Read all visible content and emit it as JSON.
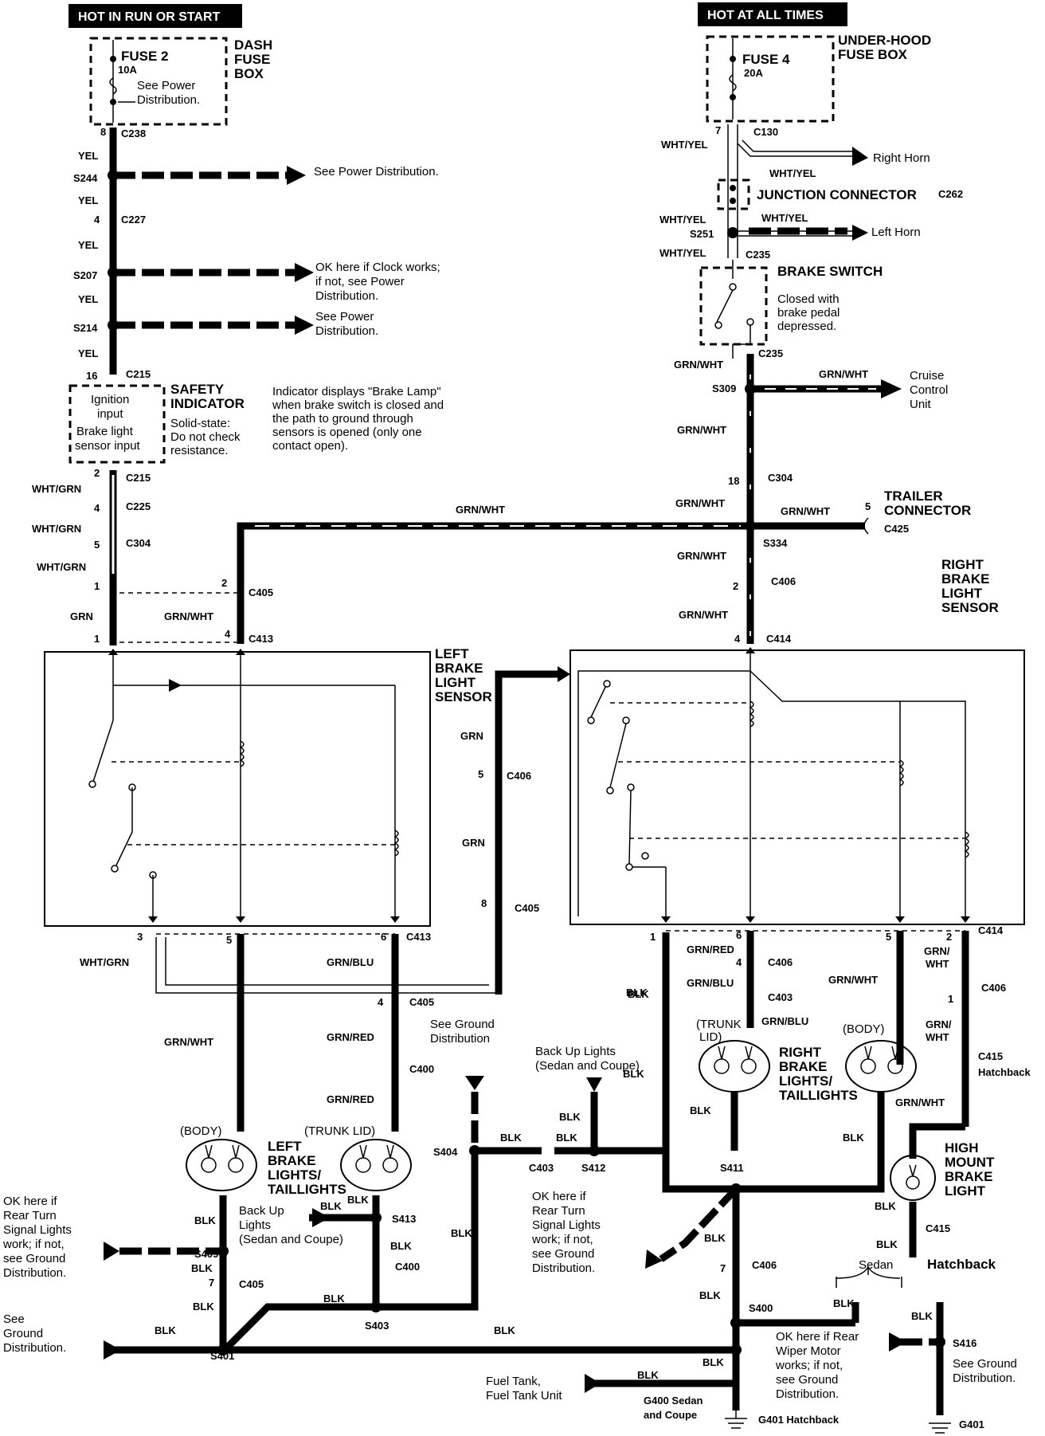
{
  "headers": {
    "left": "HOT IN RUN OR START",
    "right": "HOT AT ALL TIMES"
  },
  "fuse2": {
    "name": "FUSE 2",
    "rating": "10A",
    "note_1": "See Power",
    "note_2": "Distribution.",
    "box_1": "DASH",
    "box_2": "FUSE",
    "box_3": "BOX"
  },
  "fuse4": {
    "name": "FUSE 4",
    "rating": "20A",
    "box_1": "UNDER-HOOD",
    "box_2": "FUSE BOX"
  },
  "wire_colors": {
    "yel": "YEL",
    "wht_yel": "WHT/YEL",
    "wht_grn": "WHT/GRN",
    "grn": "GRN",
    "grn_wht": "GRN/WHT",
    "grn_blu": "GRN/BLU",
    "grn_red": "GRN/RED",
    "blk": "BLK",
    "grn_wht_split_1": "GRN/",
    "grn_wht_split_2": "WHT"
  },
  "connectors": {
    "c238": "C238",
    "c227": "C227",
    "c215": "C215",
    "c225": "C225",
    "c304": "C304",
    "c405": "C405",
    "c413": "C413",
    "c406": "C406",
    "c403": "C403",
    "c400": "C400",
    "c130": "C130",
    "c235": "C235",
    "c414": "C414",
    "c415": "C415",
    "c262": "C262",
    "c425": "C425"
  },
  "splices": {
    "s244": "S244",
    "s207": "S207",
    "s214": "S214",
    "s251": "S251",
    "s309": "S309",
    "s334": "S334",
    "s404": "S404",
    "s412": "S412",
    "s411": "S411",
    "s409": "S409",
    "s413": "S413",
    "s403": "S403",
    "s401": "S401",
    "s400": "S400",
    "s416": "S416"
  },
  "grounds": {
    "g400_1": "G400 Sedan",
    "g400_2": "and Coupe",
    "g401_hatch": "G401 Hatchback",
    "g401": "G401"
  },
  "pins": {
    "p1": "1",
    "p2": "2",
    "p3": "3",
    "p4": "4",
    "p5": "5",
    "p6": "6",
    "p7": "7",
    "p8": "8",
    "p16": "16",
    "p18": "18"
  },
  "notes": {
    "see_power_distribution": "See Power Distribution.",
    "clock_1": "OK here if Clock works;",
    "clock_2": "if not, see Power",
    "clock_3": "Distribution.",
    "power_1": "See Power",
    "power_2": "Distribution.",
    "right_horn": "Right Horn",
    "left_horn": "Left Horn",
    "junction_connector": "JUNCTION CONNECTOR",
    "brake_switch": "BRAKE SWITCH",
    "bs_1": "Closed with",
    "bs_2": "brake pedal",
    "bs_3": "depressed.",
    "cruise_1": "Cruise",
    "cruise_2": "Control",
    "cruise_3": "Unit",
    "trailer_1": "TRAILER",
    "trailer_2": "CONNECTOR",
    "safety_1": "SAFETY",
    "safety_2": "INDICATOR",
    "ss_1": "Solid-state:",
    "ss_2": "Do not check",
    "ss_3": "resistance.",
    "ig_1": "Ignition",
    "ig_2": "input",
    "bl_1": "Brake light",
    "bl_2": "sensor input",
    "ind_1": "Indicator displays \"Brake Lamp\"",
    "ind_2": "when brake switch is closed and",
    "ind_3": "the path to ground through",
    "ind_4": "sensors is opened (only one",
    "ind_5": "contact open).",
    "lbs_1": "LEFT",
    "lbs_2": "BRAKE",
    "lbs_3": "LIGHT",
    "lbs_4": "SENSOR",
    "rbs_1": "RIGHT",
    "rbs_2": "BRAKE",
    "rbs_3": "LIGHT",
    "rbs_4": "SENSOR",
    "gd_1": "See Ground",
    "gd_2": "Distribution",
    "bu_1": "Back Up Lights",
    "bu_2": "(Sedan and Coupe)",
    "bul_1": "Back Up",
    "bul_2": "Lights",
    "bul_3": "(Sedan and Coupe)",
    "body": "(BODY)",
    "trunk_lid": "(TRUNK LID)",
    "trunk_1": "(TRUNK",
    "trunk_2": "LID)",
    "lbl_1": "LEFT",
    "lbl_2": "BRAKE",
    "lbl_3": "LIGHTS/",
    "lbl_4": "TAILLIGHTS",
    "rbl_1": "RIGHT",
    "rbl_2": "BRAKE",
    "rbl_3": "LIGHTS/",
    "rbl_4": "TAILLIGHTS",
    "hm_1": "HIGH",
    "hm_2": "MOUNT",
    "hm_3": "BRAKE",
    "hm_4": "LIGHT",
    "turn_1": "OK here if",
    "turn_2": "Rear Turn",
    "turn_3": "Signal Lights",
    "turn_4": "work; if not,",
    "turn_5": "see Ground",
    "turn_6": "Distribution.",
    "sg_1": "See",
    "sg_2": "Ground",
    "sg_3": "Distribution.",
    "rw_1": "OK here if Rear",
    "rw_2": "Wiper Motor",
    "rw_3": "works; if not,",
    "rw_4": "see Ground",
    "rw_5": "Distribution.",
    "sgd_1": "See Ground",
    "sgd_2": "Distribution.",
    "sedan": "Sedan",
    "hatchback": "Hatchback",
    "hatchback_small": "Hatchback",
    "fuel_1": "Fuel Tank,",
    "fuel_2": "Fuel Tank Unit"
  }
}
